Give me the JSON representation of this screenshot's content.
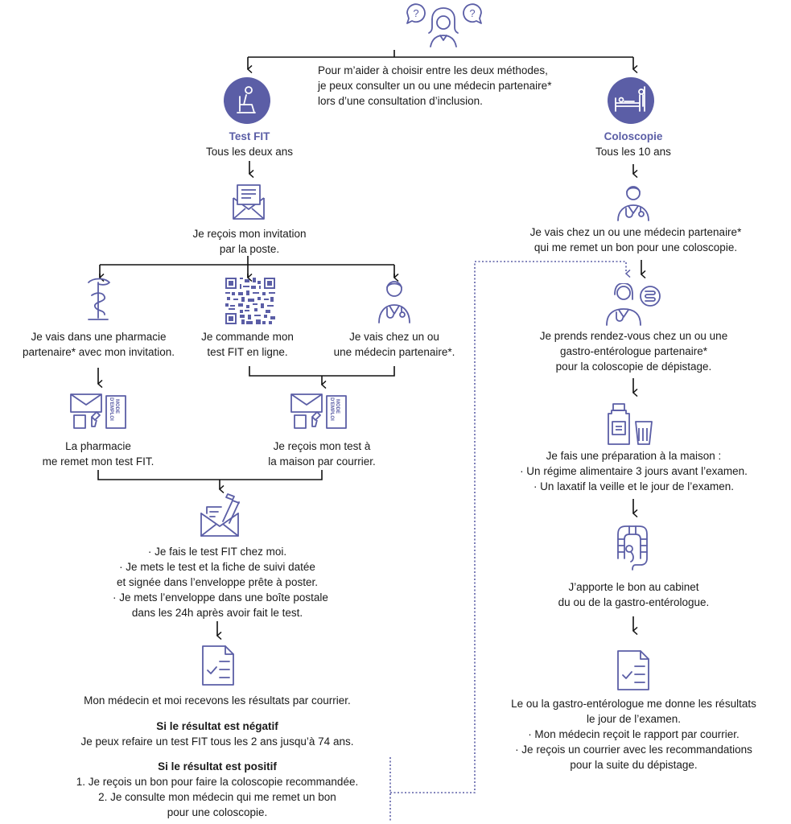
{
  "intro": {
    "lines": [
      "Pour m’aider à choisir entre les deux méthodes,",
      "je peux consulter un ou une médecin partenaire*",
      "lors d’une consultation d’inclusion."
    ]
  },
  "fit": {
    "title": "Test FIT",
    "frequency": "Tous les deux ans",
    "invitation": [
      "Je reçois mon invitation",
      "par la poste."
    ],
    "pharmacy": [
      "Je vais dans une pharmacie",
      "partenaire* avec mon invitation."
    ],
    "online": [
      "Je commande mon",
      "test FIT en ligne."
    ],
    "doctor": [
      "Je vais chez un ou",
      "une médecin partenaire*."
    ],
    "pharmacy_gives": [
      "La pharmacie",
      "me remet mon test FIT."
    ],
    "mail_receive": [
      "Je reçois mon test à",
      "la maison par courrier."
    ],
    "steps": [
      "· Je fais le test FIT chez moi.",
      "· Je mets le test et la fiche de suivi datée",
      "et signée dans l’enveloppe prête à poster.",
      "· Je mets l’enveloppe dans une boîte postale",
      "dans les 24h après avoir fait le test."
    ],
    "results": "Mon médecin et moi recevons les résultats par courrier.",
    "negative_title": "Si le résultat est négatif",
    "negative_text": "Je peux refaire un test FIT tous les 2 ans jusqu’à 74 ans.",
    "positive_title": "Si le résultat est positif",
    "positive_lines": [
      "1. Je reçois un bon pour faire la coloscopie recommandée.",
      "2. Je consulte mon médecin qui me remet un bon",
      "pour une coloscopie."
    ],
    "kit_label": "MODE D'EMPLOI"
  },
  "colo": {
    "title": "Coloscopie",
    "frequency": "Tous les 10 ans",
    "doctor": [
      "Je vais chez un ou une médecin partenaire*",
      "qui me remet un bon pour une coloscopie."
    ],
    "gastro": [
      "Je prends rendez-vous chez un ou une",
      "gastro-entérologue partenaire*",
      "pour la coloscopie de dépistage."
    ],
    "prep": [
      "Je fais une préparation à la maison :",
      "· Un régime alimentaire 3 jours avant l’examen.",
      "· Un laxatif la veille et le jour de l’examen."
    ],
    "cabinet": [
      "J’apporte le bon au cabinet",
      "du ou de la gastro-entérologue."
    ],
    "results": [
      "Le ou la gastro-entérologue me donne les résultats",
      "le jour de l’examen.",
      "· Mon médecin reçoit le rapport par courrier.",
      "· Je reçois un courrier avec les recommandations",
      "pour la suite du dépistage."
    ]
  },
  "colors": {
    "accent": "#5b5ea6",
    "line": "#111111",
    "icon_stroke": "#5b5ea6"
  }
}
